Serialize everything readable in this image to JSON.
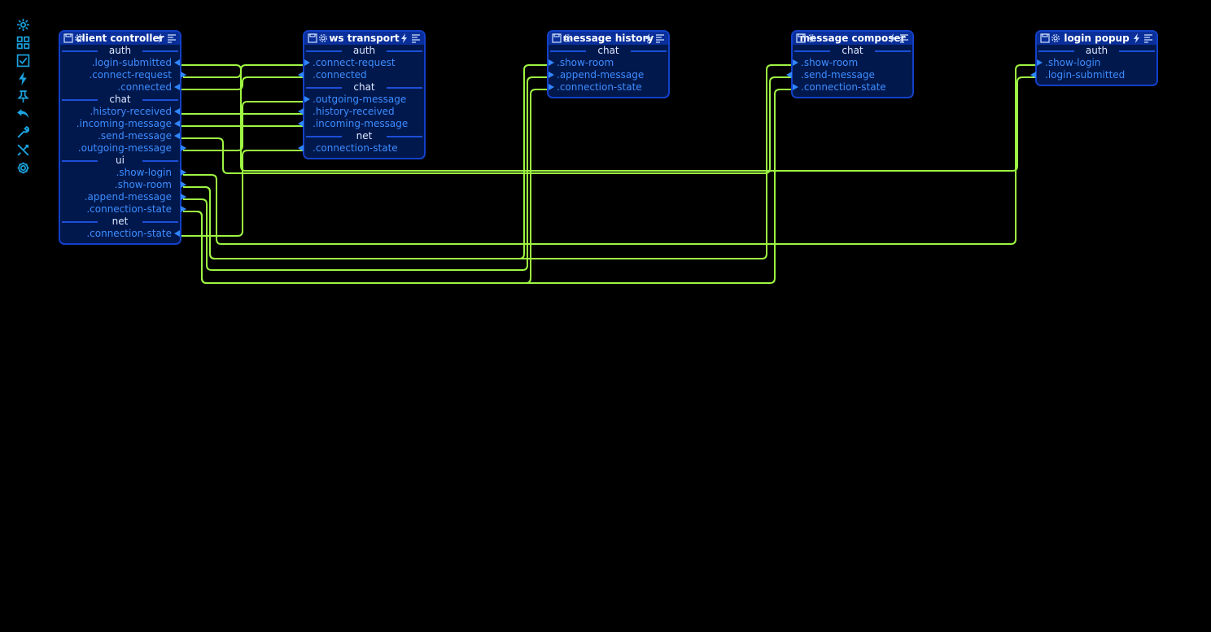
{
  "toolbar": {
    "items": [
      {
        "icon": "hub-icon"
      },
      {
        "icon": "grid-icon"
      },
      {
        "icon": "checkbox-icon"
      },
      {
        "icon": "lightning-icon"
      },
      {
        "icon": "pin-icon"
      },
      {
        "icon": "undo-icon"
      },
      {
        "icon": "wrench-icon"
      },
      {
        "icon": "tools-icon"
      },
      {
        "icon": "gear-icon"
      }
    ],
    "color": "#1aa3e0"
  },
  "colors": {
    "node_bg": "#01184d",
    "node_border": "#1340c8",
    "port_text": "#3d8dff",
    "wire": "#9ef542"
  },
  "nodes": {
    "client_controller": {
      "title": "client controller",
      "groups": {
        "auth": "auth",
        "chat": "chat",
        "ui": "ui",
        "net": "net"
      },
      "ports": {
        "login_submitted": ".login-submitted",
        "connect_request": ".connect-request",
        "connected": ".connected",
        "history_received": ".history-received",
        "incoming_message": ".incoming-message",
        "send_message": ".send-message",
        "outgoing_message": ".outgoing-message",
        "show_login": ".show-login",
        "show_room": ".show-room",
        "append_message": ".append-message",
        "connection_state_ui": ".connection-state",
        "connection_state_net": ".connection-state"
      }
    },
    "ws_transport": {
      "title": "ws transport",
      "groups": {
        "auth": "auth",
        "chat": "chat",
        "net": "net"
      },
      "ports": {
        "connect_request": ".connect-request",
        "connected": ".connected",
        "outgoing_message": ".outgoing-message",
        "history_received": ".history-received",
        "incoming_message": ".incoming-message",
        "connection_state": ".connection-state"
      }
    },
    "message_history": {
      "title": "message history",
      "groups": {
        "chat": "chat"
      },
      "ports": {
        "show_room": ".show-room",
        "append_message": ".append-message",
        "connection_state": ".connection-state"
      }
    },
    "message_composer": {
      "title": "message composer",
      "groups": {
        "chat": "chat"
      },
      "ports": {
        "show_room": ".show-room",
        "send_message": ".send-message",
        "connection_state": ".connection-state"
      }
    },
    "login_popup": {
      "title": "login popup",
      "groups": {
        "auth": "auth"
      },
      "ports": {
        "show_login": ".show-login",
        "login_submitted": ".login-submitted"
      }
    }
  }
}
